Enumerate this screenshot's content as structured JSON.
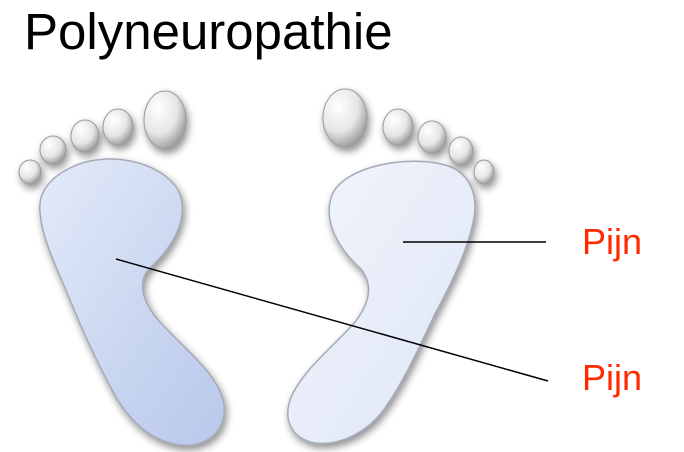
{
  "title": "Polyneuropathie",
  "labels": [
    {
      "text": "Pijn"
    },
    {
      "text": "Pijn"
    }
  ],
  "colors": {
    "label": "#ff2a00",
    "title": "#000000",
    "foot_left": "#c9d6f2",
    "foot_right": "#e6ecf8",
    "toe": "#e2e2e2",
    "line": "#000000"
  }
}
